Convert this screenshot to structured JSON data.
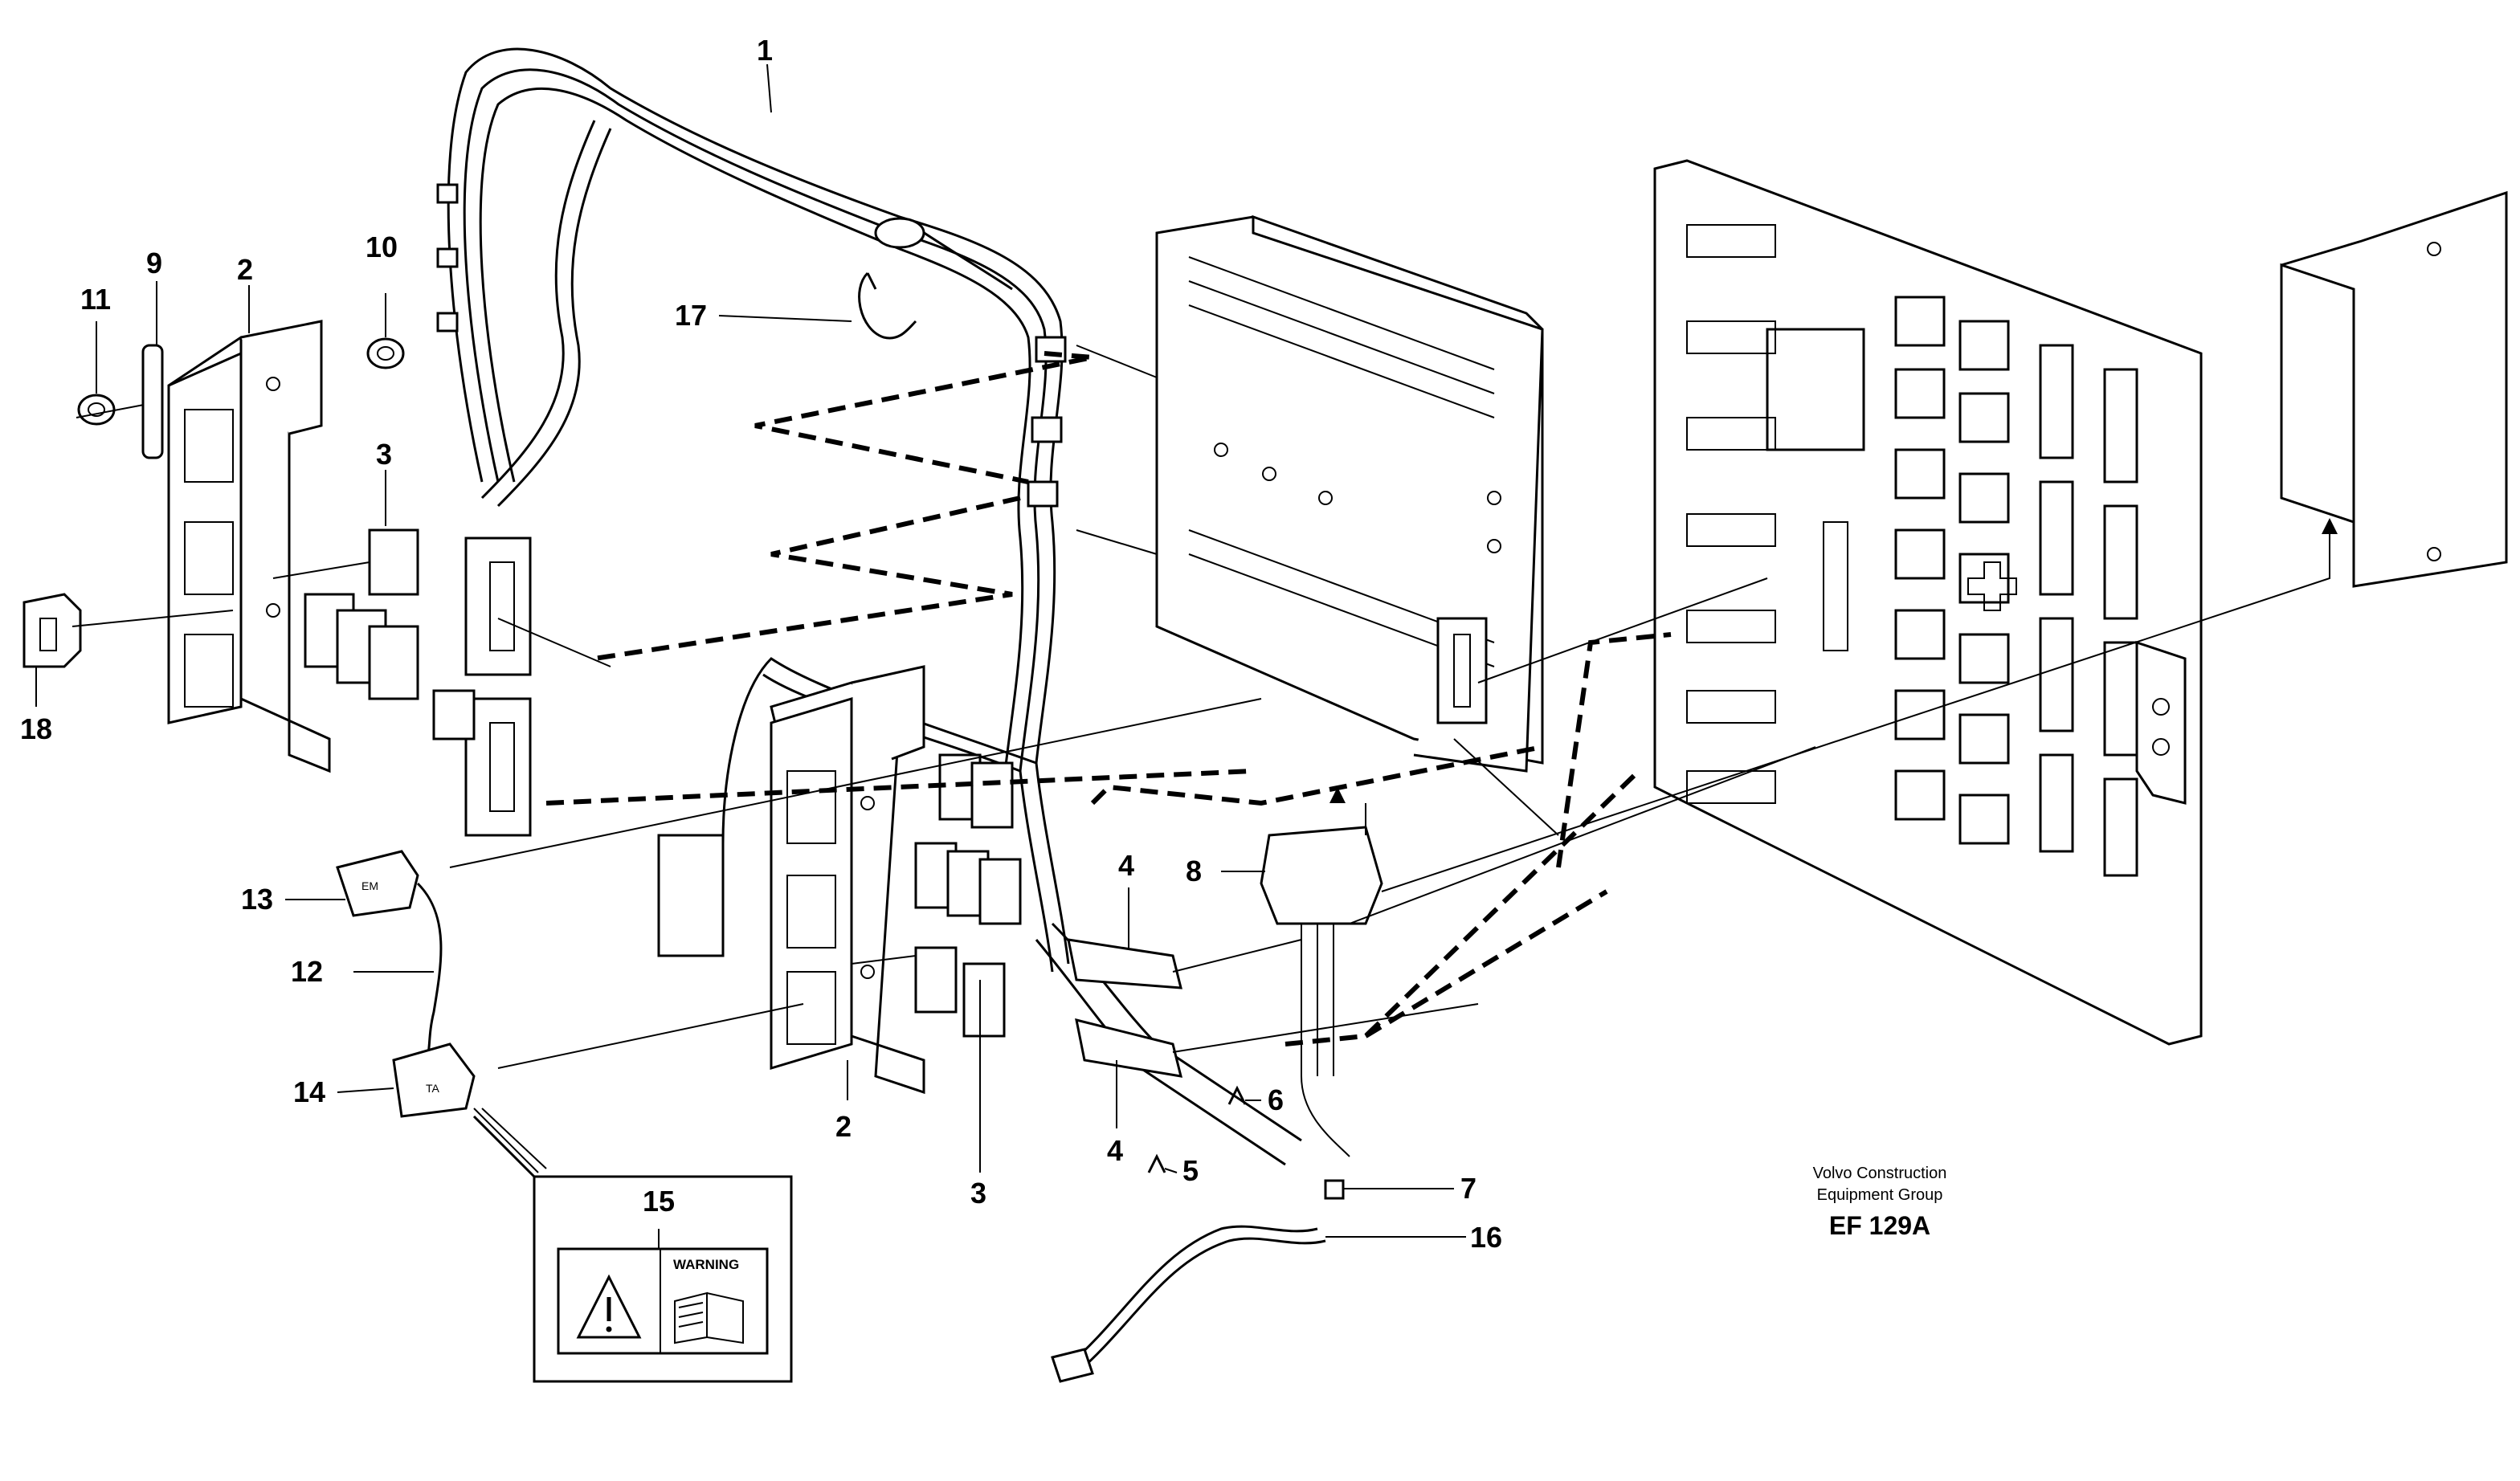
{
  "callouts": [
    {
      "id": "1",
      "label": "1"
    },
    {
      "id": "2a",
      "label": "2"
    },
    {
      "id": "2b",
      "label": "2"
    },
    {
      "id": "3a",
      "label": "3"
    },
    {
      "id": "3b",
      "label": "3"
    },
    {
      "id": "4a",
      "label": "4"
    },
    {
      "id": "4b",
      "label": "4"
    },
    {
      "id": "5",
      "label": "5"
    },
    {
      "id": "6",
      "label": "6"
    },
    {
      "id": "7",
      "label": "7"
    },
    {
      "id": "8",
      "label": "8"
    },
    {
      "id": "9",
      "label": "9"
    },
    {
      "id": "10",
      "label": "10"
    },
    {
      "id": "11",
      "label": "11"
    },
    {
      "id": "12",
      "label": "12"
    },
    {
      "id": "13",
      "label": "13"
    },
    {
      "id": "14",
      "label": "14"
    },
    {
      "id": "15",
      "label": "15"
    },
    {
      "id": "16",
      "label": "16"
    },
    {
      "id": "17",
      "label": "17"
    },
    {
      "id": "18",
      "label": "18"
    }
  ],
  "caption": {
    "line1": "Volvo Construction",
    "line2": "Equipment Group",
    "code": "EF 129A"
  },
  "warning_label": {
    "text": "WARNING"
  },
  "connector_tags": {
    "em": "EM",
    "ta": "TA"
  }
}
